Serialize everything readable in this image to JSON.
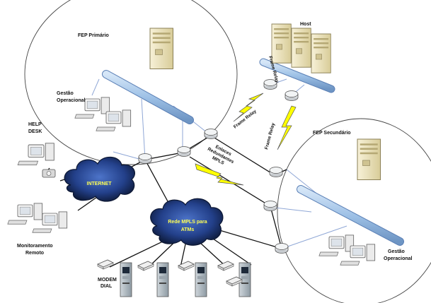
{
  "labels": {
    "fep_primario": "FEP Primário",
    "host": "Host",
    "gestao_operacional_left": [
      "Gestão",
      "Operacional"
    ],
    "help_desk": [
      "HELP",
      "DESK"
    ],
    "internet": "INTERNET",
    "monitoramento_remoto": [
      "Monitoramento",
      "Remoto"
    ],
    "rede_mpls": [
      "Rede MPLS para",
      "ATMs"
    ],
    "modem_dial": [
      "MODEM",
      "DIAL"
    ],
    "frame_relay_1": "Frame Relay",
    "frame_relay_2": "Frame Relay",
    "frame_relay_3": "Frame Relay",
    "enlaces": [
      "Enlaces",
      "Redundantes",
      "MPLS"
    ],
    "fep_secundario": "FEP Secundário",
    "gestao_operacional_right": [
      "Gestão",
      "Operacional"
    ]
  },
  "colors": {
    "cloud_dark": "#0d1a33",
    "cloud_blue": "#2d4fa0",
    "cloud_text": "#ffff55",
    "lightning": "#ffff00",
    "server_beige": "#e9dfb4",
    "bus_blue": "#9ec1e6",
    "line_blue": "#8fa7d6",
    "line_dark": "#111111"
  }
}
